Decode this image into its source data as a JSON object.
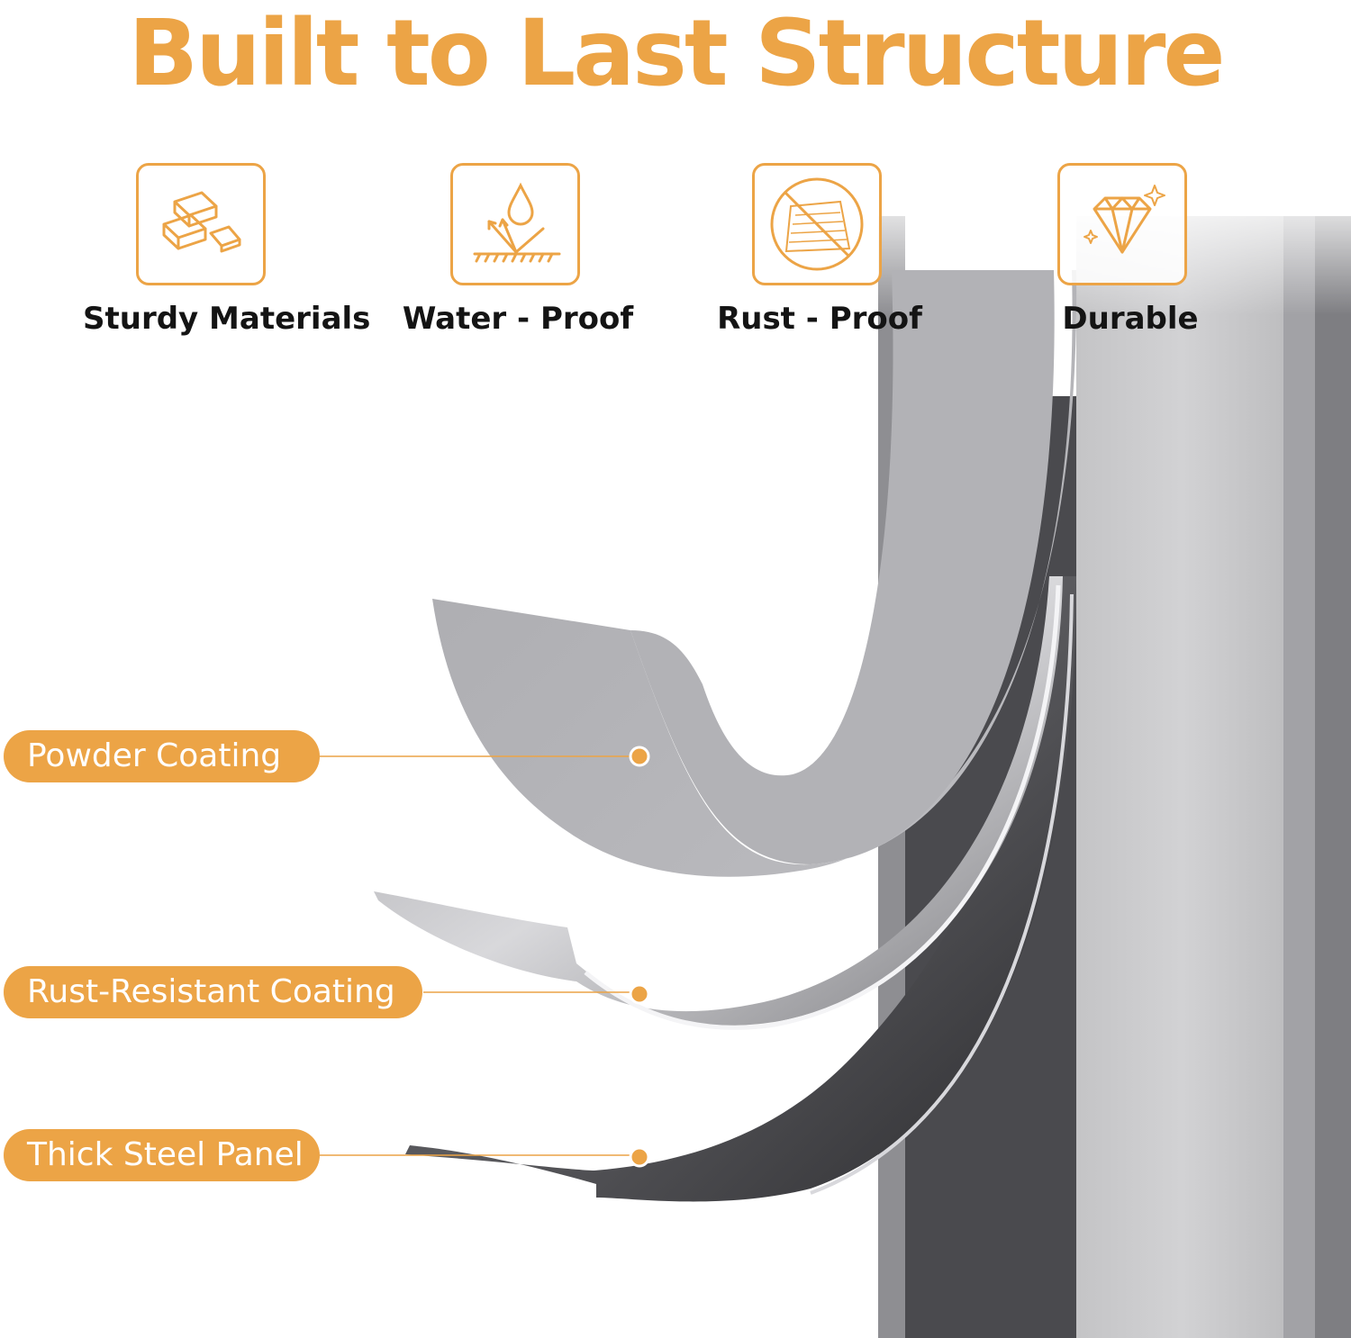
{
  "title": "Built to Last Structure",
  "accent_color": "#ECA446",
  "features": [
    {
      "label": "Sturdy Materials",
      "icon": "gold-bars-icon"
    },
    {
      "label": "Water - Proof",
      "icon": "water-drop-icon"
    },
    {
      "label": "Rust - Proof",
      "icon": "no-rust-icon"
    },
    {
      "label": "Durable",
      "icon": "diamond-icon"
    }
  ],
  "layers": [
    {
      "label": "Powder Coating"
    },
    {
      "label": "Rust-Resistant Coating"
    },
    {
      "label": "Thick Steel Panel"
    }
  ]
}
